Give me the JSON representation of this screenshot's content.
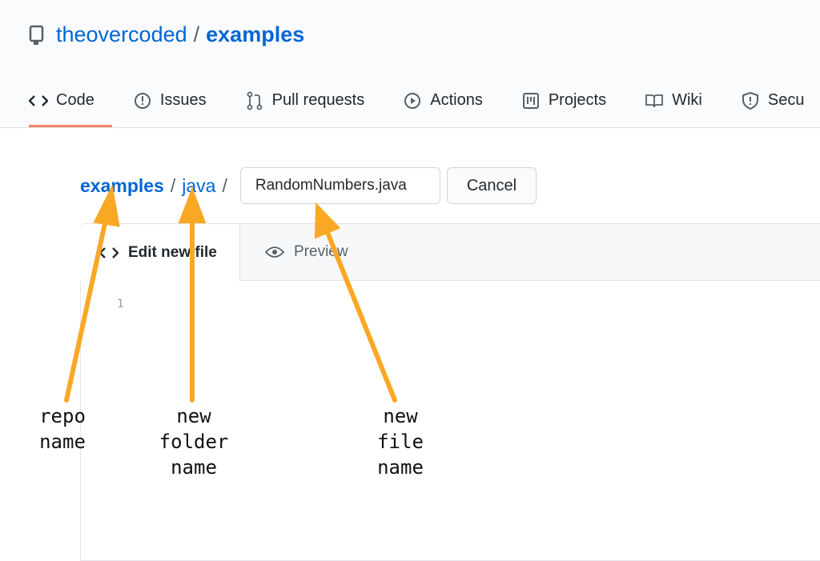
{
  "header": {
    "owner": "theovercoded",
    "separator": "/",
    "repo": "examples",
    "repo_icon": "repo-icon"
  },
  "tabs": [
    {
      "label": "Code",
      "icon": "code-icon",
      "active": true
    },
    {
      "label": "Issues",
      "icon": "issue-icon"
    },
    {
      "label": "Pull requests",
      "icon": "pull-request-icon"
    },
    {
      "label": "Actions",
      "icon": "play-icon"
    },
    {
      "label": "Projects",
      "icon": "project-icon"
    },
    {
      "label": "Wiki",
      "icon": "book-icon"
    },
    {
      "label": "Secu",
      "icon": "shield-icon"
    }
  ],
  "breadcrumb": {
    "repo": "examples",
    "sep": "/",
    "folder": "java",
    "sep2": "/"
  },
  "filename": {
    "value": "RandomNumbers.java"
  },
  "cancel_label": "Cancel",
  "editor": {
    "edit_tab": "Edit new file",
    "preview_tab": "Preview",
    "line_number": "1"
  },
  "annotations": {
    "repo": "repo\nname",
    "folder": "new\nfolder\nname",
    "file": "new\nfile\nname",
    "arrow_color": "#f9a825"
  },
  "colors": {
    "link": "#0366d6",
    "active_underline": "#f9826c"
  }
}
